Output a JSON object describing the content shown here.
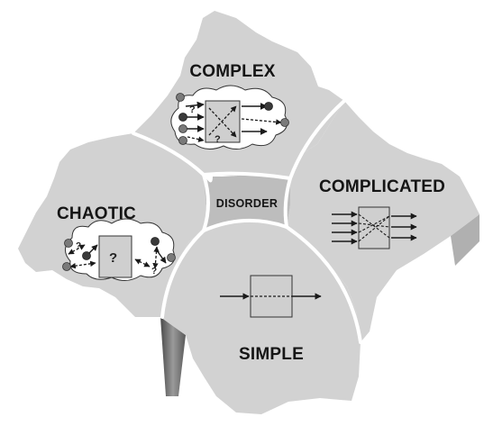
{
  "diagram": {
    "domains": {
      "complex": {
        "label": "COMPLEX",
        "questions": [
          "?",
          "?"
        ]
      },
      "complicated": {
        "label": "COMPLICATED"
      },
      "chaotic": {
        "label": "CHAOTIC",
        "center": "?",
        "questions": [
          "?",
          "?"
        ]
      },
      "simple": {
        "label": "SIMPLE"
      },
      "disorder": {
        "label": "DISORDER"
      }
    },
    "colors": {
      "region_fill": "#d2d2d2",
      "disorder_fill": "#bdbdbd",
      "divider": "#ffffff",
      "cloud_fill": "#ffffff",
      "box_fill": "#cfcfcf",
      "node_fill": "#7a7a7a",
      "arrow": "#1a1a1a"
    }
  }
}
